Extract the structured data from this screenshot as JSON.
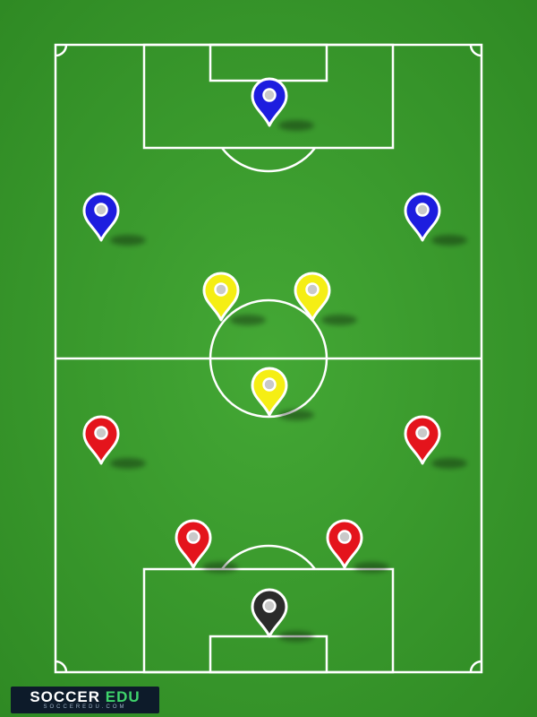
{
  "pitch": {
    "grass_color": "#3a9b2e",
    "line_color": "#ffffff"
  },
  "team_colors": {
    "attack": "#1d1ddf",
    "midfield": "#f5ee14",
    "defense": "#e4141c",
    "goalkeeper": "#2b2b2b"
  },
  "players": [
    {
      "role": "striker",
      "group": "attack",
      "icon": "map-pin-icon"
    },
    {
      "role": "left-winger",
      "group": "attack",
      "icon": "map-pin-icon"
    },
    {
      "role": "right-winger",
      "group": "attack",
      "icon": "map-pin-icon"
    },
    {
      "role": "left-central-midfielder",
      "group": "midfield",
      "icon": "map-pin-icon"
    },
    {
      "role": "right-central-midfielder",
      "group": "midfield",
      "icon": "map-pin-icon"
    },
    {
      "role": "defensive-midfielder",
      "group": "midfield",
      "icon": "map-pin-icon"
    },
    {
      "role": "left-back",
      "group": "defense",
      "icon": "map-pin-icon"
    },
    {
      "role": "right-back",
      "group": "defense",
      "icon": "map-pin-icon"
    },
    {
      "role": "left-center-back",
      "group": "defense",
      "icon": "map-pin-icon"
    },
    {
      "role": "right-center-back",
      "group": "defense",
      "icon": "map-pin-icon"
    },
    {
      "role": "goalkeeper",
      "group": "goalkeeper",
      "icon": "map-pin-icon"
    }
  ],
  "logo": {
    "main": "SOCCER",
    "accent": "EDU",
    "sub": "SOCCEREDU.COM"
  }
}
